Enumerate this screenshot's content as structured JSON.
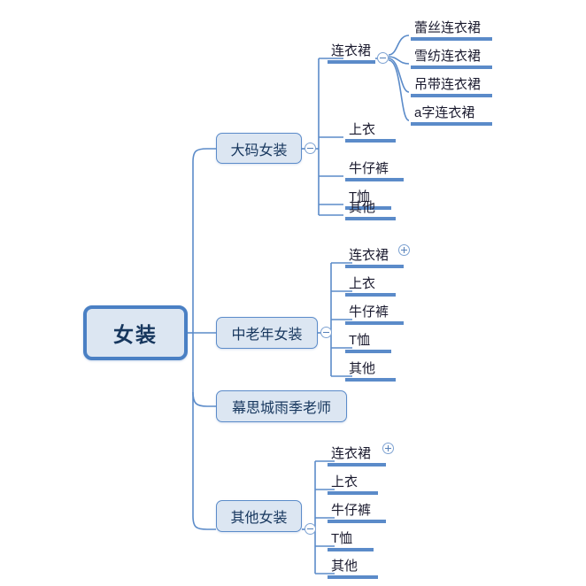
{
  "diagram": {
    "type": "mind-map",
    "title": "女装",
    "orientation": "left-to-right",
    "colors": {
      "node_fill": "#dce6f2",
      "node_border": "#5b8bc9",
      "root_border": "#4a80c4",
      "edge": "#5b8bc9",
      "leaf_bar": "#5b8bc9",
      "text": "#17375e",
      "leaf_text": "#1a1a2e",
      "background": "#ffffff"
    }
  },
  "root": {
    "label": "女装"
  },
  "branches": [
    {
      "id": "daima",
      "label": "大码女装",
      "toggle": "collapse",
      "children": [
        {
          "label": "连衣裙",
          "toggle": "collapse",
          "children": [
            {
              "label": "蕾丝连衣裙"
            },
            {
              "label": "雪纺连衣裙"
            },
            {
              "label": "吊带连衣裙"
            },
            {
              "label": "a字连衣裙"
            }
          ]
        },
        {
          "label": "上衣"
        },
        {
          "label": "牛仔裤"
        },
        {
          "label": "T恤"
        },
        {
          "label": "其他"
        }
      ]
    },
    {
      "id": "zhonglaonian",
      "label": "中老年女装",
      "toggle": "collapse",
      "children": [
        {
          "label": "连衣裙",
          "toggle": "expand"
        },
        {
          "label": "上衣"
        },
        {
          "label": "牛仔裤"
        },
        {
          "label": "T恤"
        },
        {
          "label": "其他"
        }
      ]
    },
    {
      "id": "musicheng",
      "label": "幕思城雨季老师",
      "toggle": "none",
      "children": []
    },
    {
      "id": "qita",
      "label": "其他女装",
      "toggle": "collapse",
      "children": [
        {
          "label": "连衣裙",
          "toggle": "expand"
        },
        {
          "label": "上衣"
        },
        {
          "label": "牛仔裤"
        },
        {
          "label": "T恤"
        },
        {
          "label": "其他"
        }
      ]
    }
  ]
}
